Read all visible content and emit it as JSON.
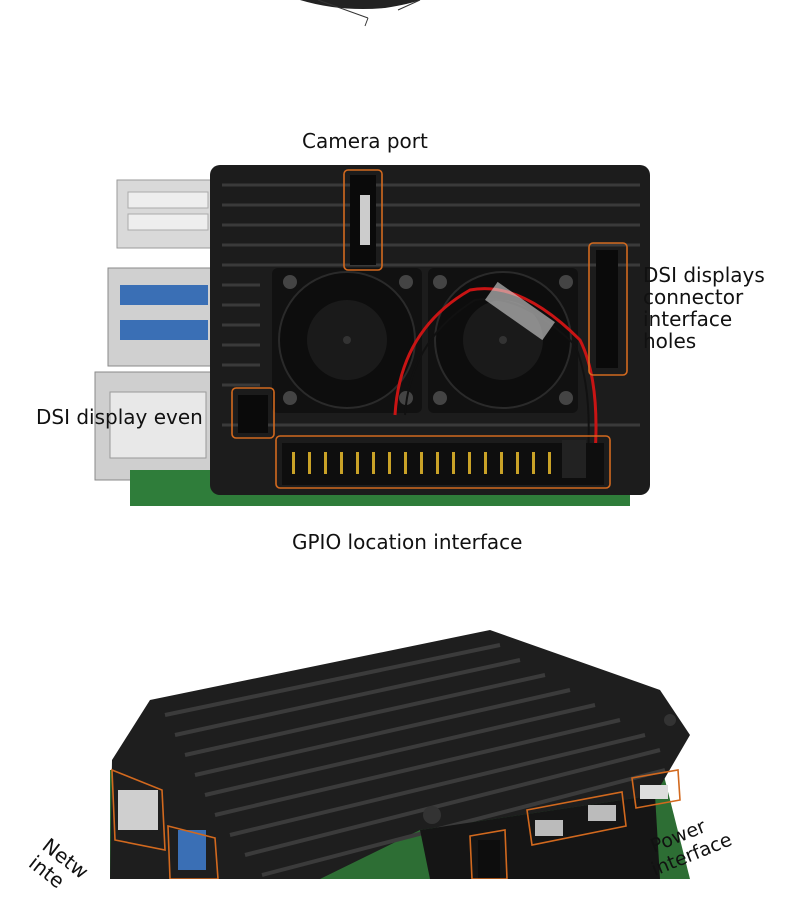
{
  "labels": {
    "camera_port": "Camera port",
    "dsi_displays_line1": "DSI displays",
    "dsi_displays_line2": "connector",
    "dsi_displays_line3": "interface",
    "dsi_displays_line4": "holes",
    "dsi_display_even": "DSI display even",
    "gpio": "GPIO location interface",
    "network_line1": "Netw",
    "network_line2": "inte",
    "power_line1": "Power",
    "power_line2": "interface"
  },
  "colors": {
    "annotation_box": "#d2691e",
    "case": "#1c1c1c",
    "pcb": "#2f7d3a",
    "fan_wire_red": "#c81414"
  }
}
